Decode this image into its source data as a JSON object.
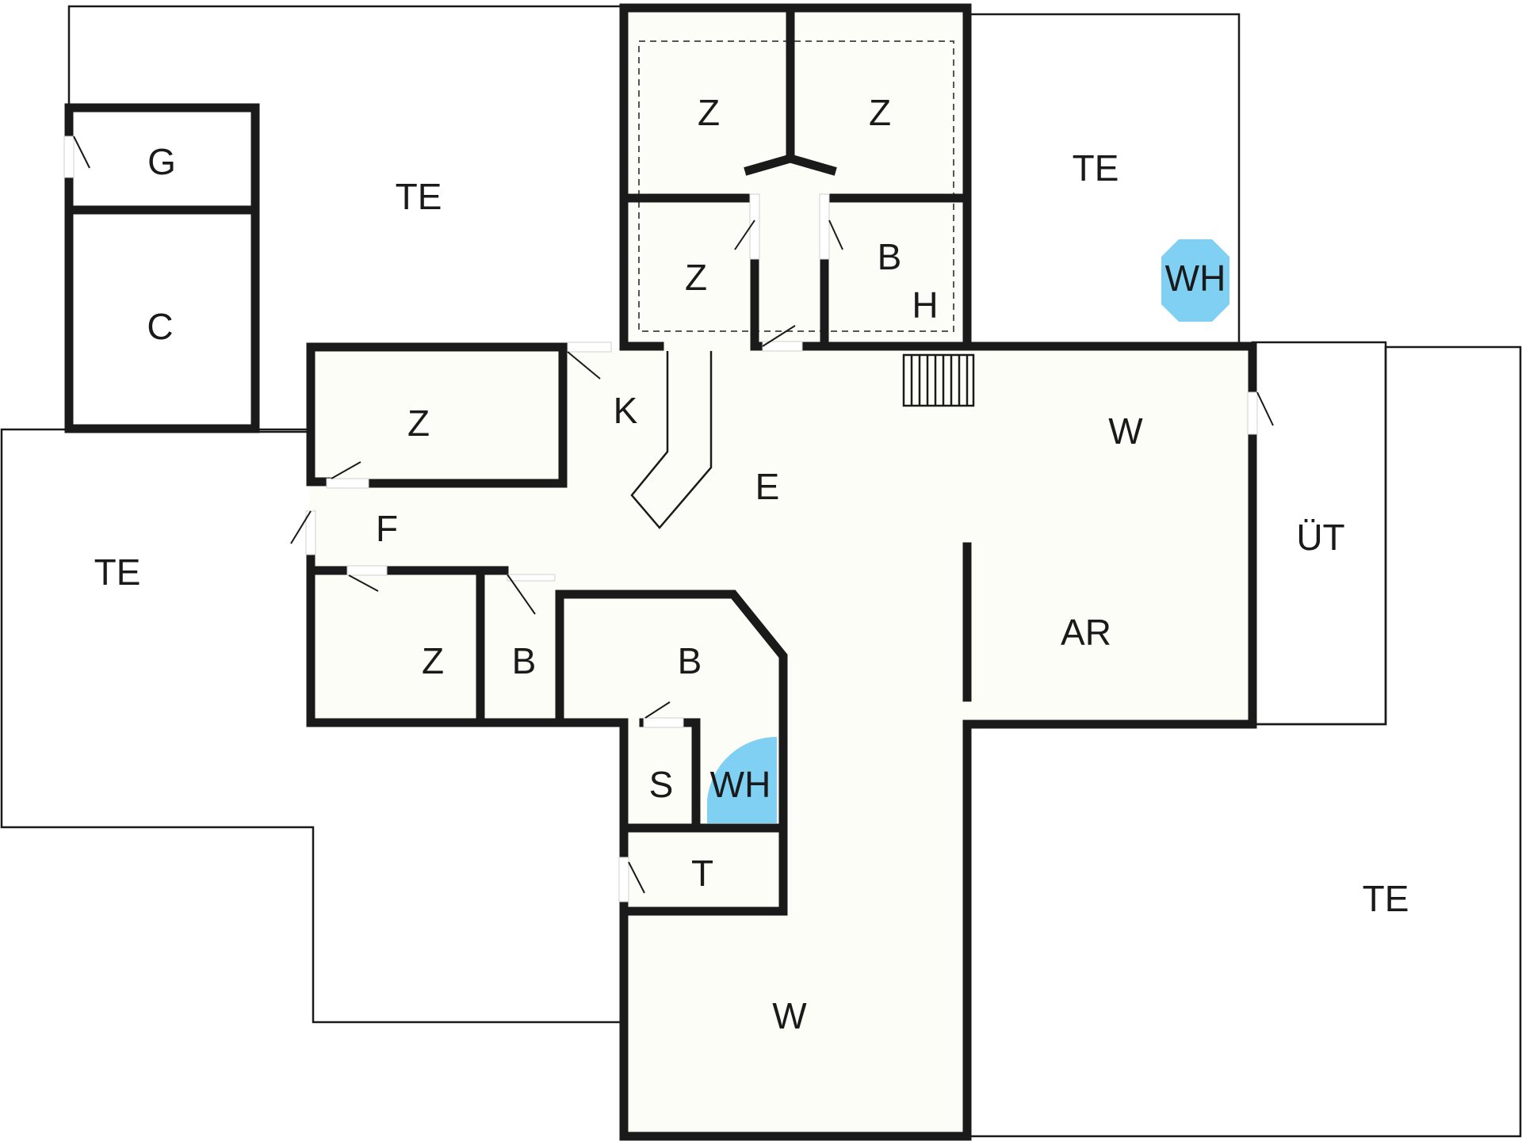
{
  "colors": {
    "background": "#ffffff",
    "area_fill": "#fdfdf8",
    "wall": "#1a1a1a",
    "hot_tub": "#7fd0f2"
  },
  "labels": {
    "te_top": "TE",
    "te_top_right": "TE",
    "te_left": "TE",
    "te_bottom_right": "TE",
    "g": "G",
    "c": "C",
    "z_top_left": "Z",
    "z_top_right": "Z",
    "z_mid": "Z",
    "b_top": "B",
    "h": "H",
    "wh_octagon": "WH",
    "k": "K",
    "z_left": "Z",
    "e": "E",
    "w_right": "W",
    "f": "F",
    "ut": "ÜT",
    "z_lower": "Z",
    "b_small": "B",
    "b_large": "B",
    "ar": "AR",
    "s": "S",
    "wh_quarter": "WH",
    "t": "T",
    "w_bottom": "W"
  }
}
